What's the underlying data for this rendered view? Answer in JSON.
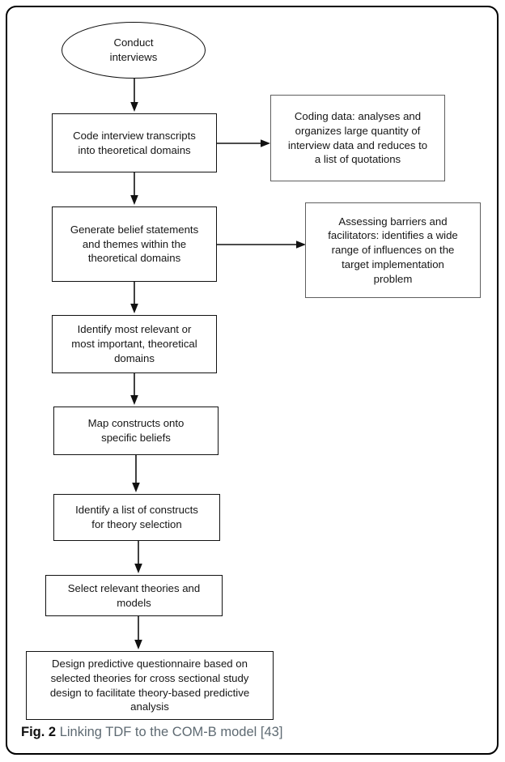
{
  "figure": {
    "caption_label": "Fig. 2",
    "caption_text": "Linking TDF to the COM-B model",
    "caption_reference": "[43]",
    "caption_label_color": "#111111",
    "caption_text_color": "#5e6a72",
    "frame_color": "#000000",
    "background_color": "#ffffff"
  },
  "chart_data": {
    "type": "diagram",
    "diagram_kind": "flowchart",
    "title": "Linking TDF to the COM-B model",
    "orientation": "top-to-bottom",
    "nodes": [
      {
        "id": "n1",
        "shape": "ellipse",
        "column": "main",
        "text": "Conduct\ninterviews"
      },
      {
        "id": "n2",
        "shape": "rectangle",
        "column": "main",
        "text": "Code interview transcripts\ninto theoretical domains"
      },
      {
        "id": "n3",
        "shape": "rectangle",
        "column": "main",
        "text": "Generate belief statements\nand themes within the\ntheoretical domains"
      },
      {
        "id": "n4",
        "shape": "rectangle",
        "column": "main",
        "text": "Identify most relevant or\nmost important, theoretical\ndomains"
      },
      {
        "id": "n5",
        "shape": "rectangle",
        "column": "main",
        "text": "Map constructs onto\nspecific beliefs"
      },
      {
        "id": "n6",
        "shape": "rectangle",
        "column": "main",
        "text": "Identify a list of constructs\nfor theory selection"
      },
      {
        "id": "n7",
        "shape": "rectangle",
        "column": "main",
        "text": "Select relevant theories and\nmodels"
      },
      {
        "id": "n8",
        "shape": "rectangle",
        "column": "main",
        "text": "Design predictive questionnaire based on\nselected theories for cross sectional study\ndesign to facilitate theory-based predictive\nanalysis"
      },
      {
        "id": "a1",
        "shape": "rectangle",
        "column": "annotation",
        "text": "Coding data: analyses and\norganizes large quantity of\ninterview data and reduces to\na list of quotations"
      },
      {
        "id": "a2",
        "shape": "rectangle",
        "column": "annotation",
        "text": "Assessing barriers and\nfacilitators: identifies a wide\nrange of influences on the\ntarget implementation\nproblem"
      }
    ],
    "edges": [
      {
        "from": "n1",
        "to": "n2",
        "direction": "down",
        "arrow": true
      },
      {
        "from": "n2",
        "to": "a1",
        "direction": "right",
        "arrow": true
      },
      {
        "from": "n2",
        "to": "n3",
        "direction": "down",
        "arrow": true
      },
      {
        "from": "n3",
        "to": "a2",
        "direction": "right",
        "arrow": true
      },
      {
        "from": "n3",
        "to": "n4",
        "direction": "down",
        "arrow": true
      },
      {
        "from": "n4",
        "to": "n5",
        "direction": "down",
        "arrow": true
      },
      {
        "from": "n5",
        "to": "n6",
        "direction": "down",
        "arrow": true
      },
      {
        "from": "n6",
        "to": "n7",
        "direction": "down",
        "arrow": true
      },
      {
        "from": "n7",
        "to": "n8",
        "direction": "down",
        "arrow": true
      }
    ]
  }
}
